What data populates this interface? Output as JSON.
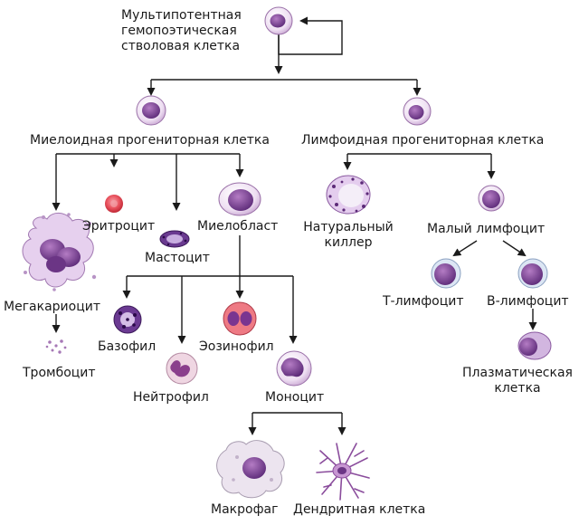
{
  "colors": {
    "line": "#1a1a1a",
    "cytoplasm": "#efe2f2",
    "cytoplasm_edge": "#8b5a9c",
    "nucleus": "#8a4c9c",
    "nucleus_dark": "#5c2a78",
    "erythrocyte": "#e8505c",
    "eosinophil": "#f0808a"
  },
  "labels": {
    "hsc": "Мультипотентная\nгемопоэтическая\nстволовая клетка",
    "myeloid": "Миелоидная прогениторная клетка",
    "lymphoid": "Лимфоидная прогениторная клетка",
    "erythrocyte": "Эритроцит",
    "mastocyte": "Мастоцит",
    "myeloblast": "Миелобласт",
    "megakaryocyte": "Мегакариоцит",
    "thrombocyte": "Тромбоцит",
    "basophil": "Базофил",
    "eosinophil": "Эозинофил",
    "neutrophil": "Нейтрофил",
    "monocyte": "Моноцит",
    "macrophage": "Макрофаг",
    "dendritic": "Дендритная клетка",
    "nk": "Натуральный\nкиллер",
    "small_lymph": "Малый лимфоцит",
    "t_lymph": "Т-лимфоцит",
    "b_lymph": "В-лимфоцит",
    "plasma": "Плазматическая\nклетка"
  },
  "icons": [
    "hsc-cell-icon",
    "myeloid-progenitor-icon",
    "lymphoid-progenitor-icon",
    "erythrocyte-icon",
    "mastocyte-icon",
    "myeloblast-icon",
    "megakaryocyte-icon",
    "thrombocyte-icon",
    "basophil-icon",
    "eosinophil-icon",
    "neutrophil-icon",
    "monocyte-icon",
    "macrophage-icon",
    "dendritic-cell-icon",
    "nk-cell-icon",
    "small-lymphocyte-icon",
    "t-lymphocyte-icon",
    "b-lymphocyte-icon",
    "plasma-cell-icon"
  ]
}
